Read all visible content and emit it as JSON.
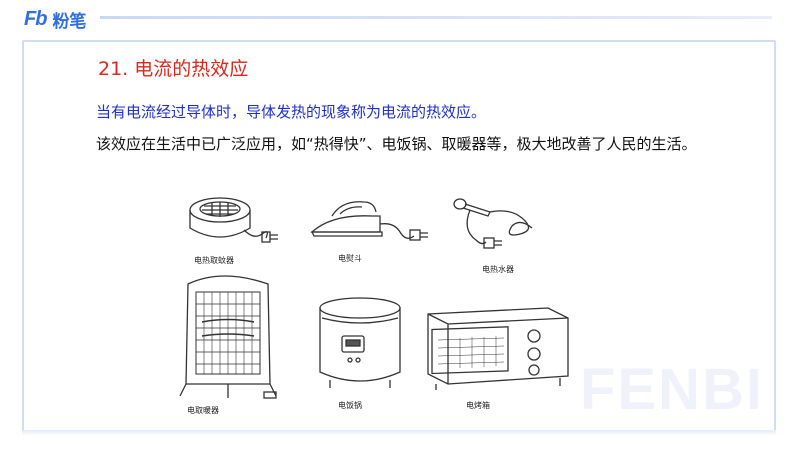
{
  "brand": {
    "mark": "Fb",
    "name": "粉笔"
  },
  "title": "21. 电流的热效应",
  "paragraphs": {
    "definition": "当有电流经过导体时，导体发热的现象称为电流的热效应。",
    "application": "该效应在生活中已广泛应用，如“热得快”、电饭锅、取暖器等，极大地改善了人民的生活。"
  },
  "figure": {
    "captions": {
      "egg_cooker": "电热取蚊器",
      "iron": "电熨斗",
      "water_heater": "电热水器",
      "heater": "电取暖器",
      "rice_cooker": "电饭锅",
      "oven": "电烤箱"
    }
  },
  "watermark": "FENBI",
  "colors": {
    "brand": "#2f6ee6",
    "title": "#e1251b",
    "highlight": "#1f2fd0",
    "frame": "#cfdcf5"
  }
}
